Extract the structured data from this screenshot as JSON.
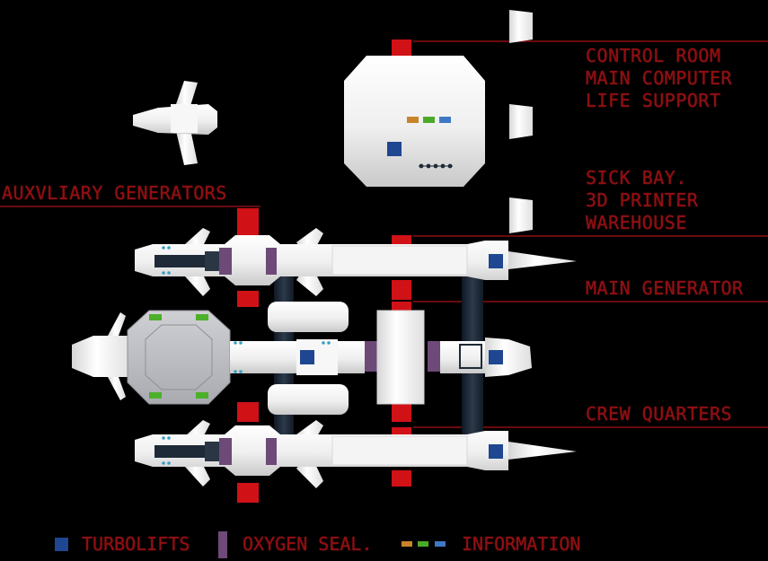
{
  "labels": {
    "auxiliary": "AUXVLIARY GENERATORS",
    "control_block": [
      "CONTROL ROOM",
      "MAIN COMPUTER",
      "LIFE SUPPORT"
    ],
    "sick_block": [
      "SICK BAY.",
      "3D PRINTER",
      "WAREHOUSE"
    ],
    "main_generator": "MAIN GENERATOR",
    "crew_quarters": "CREW QUARTERS"
  },
  "legend": {
    "turbolifts": "TURBOLIFTS",
    "oxygen_seal": "OXYGEN SEAL.",
    "information": "INFORMATION"
  },
  "colors": {
    "background": "#000000",
    "label_red": "#8e0f12",
    "connector_red": "#d01217",
    "hull_white": "#f2f2f2",
    "turbolift_blue": "#1f4690",
    "oxygen_seal_purple": "#6d4a78",
    "info_orange": "#c8842a",
    "info_green": "#4caa2a",
    "info_blue": "#3e78c4",
    "pod_green": "#4cb02a",
    "strut_dark": "#1e2a38"
  }
}
